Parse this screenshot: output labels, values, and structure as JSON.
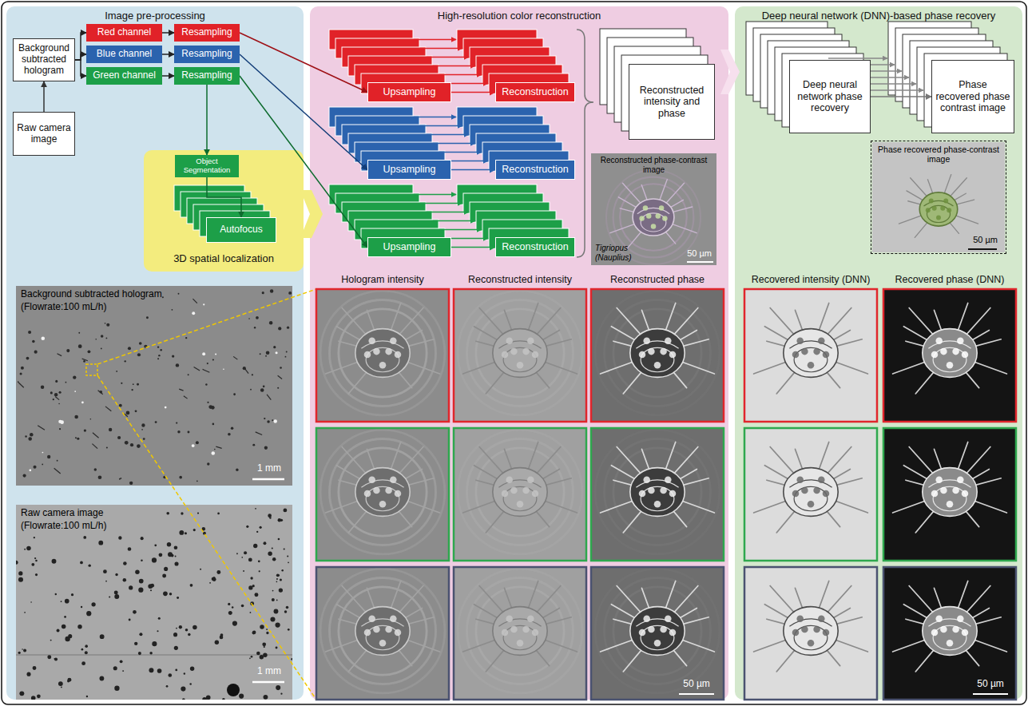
{
  "diagram": {
    "nodes": [
      {
        "text": [
          "Image pre-processing"
        ]
      },
      {
        "text": [
          "Background subtracted hologram"
        ],
        "in": 0
      },
      {
        "text": [
          "Red channel"
        ],
        "in": 0
      },
      {
        "text": [
          "Blue channel"
        ],
        "in": 0
      },
      {
        "text": [
          "Green channel"
        ],
        "in": 0
      },
      {
        "text": [
          "Resampling"
        ],
        "in": 0
      },
      {
        "text": [
          "Resampling"
        ],
        "in": 0
      },
      {
        "text": [
          "Resampling"
        ],
        "in": 0
      },
      {
        "text": [
          "Raw camera image"
        ],
        "in": 0
      },
      {
        "text": [
          "3D spatial localization"
        ],
        "in": 0
      },
      {
        "text": [
          "Object Segmentation"
        ],
        "in": 9
      },
      {
        "text": [
          "Autofocus"
        ],
        "in": 9
      },
      {
        "text": [
          "Background subtracted hologram",
          "(Flowrate:100 mL/h)",
          "1 mm"
        ],
        "in": 0
      },
      {
        "text": [
          "Raw camera image",
          "(Flowrate:100 mL/h)",
          "1 mm"
        ],
        "in": 0
      },
      {
        "text": [
          "High-resolution color reconstruction"
        ]
      },
      {
        "text": [
          "Upsampling"
        ],
        "in": 14
      },
      {
        "text": [
          "Reconstruction"
        ],
        "in": 14
      },
      {
        "text": [
          "Upsampling"
        ],
        "in": 14
      },
      {
        "text": [
          "Reconstruction"
        ],
        "in": 14
      },
      {
        "text": [
          "Upsampling"
        ],
        "in": 14
      },
      {
        "text": [
          "Reconstruction"
        ],
        "in": 14
      },
      {
        "text": [
          "Reconstructed intensity and phase"
        ],
        "in": 14
      },
      {
        "text": [
          "Reconstructed phase-contrast image",
          "Tigriopus (Nauplius)",
          "50 µm"
        ],
        "in": 14
      },
      {
        "text": [
          "Deep neural network (DNN)-based phase recovery"
        ]
      },
      {
        "text": [
          "Deep neural network phase recovery"
        ],
        "in": 23
      },
      {
        "text": [
          "Phase recovered phase contrast image"
        ],
        "in": 23
      },
      {
        "text": [
          "Phase recovered phase-contrast image",
          "50 µm"
        ],
        "in": 23
      }
    ],
    "edges": [
      {
        "from": 1,
        "to": 2,
        "arrow": "to"
      },
      {
        "from": 1,
        "to": 3,
        "arrow": "to"
      },
      {
        "from": 1,
        "to": 4,
        "arrow": "to"
      },
      {
        "from": 2,
        "to": 5,
        "arrow": "to"
      },
      {
        "from": 3,
        "to": 6,
        "arrow": "to"
      },
      {
        "from": 4,
        "to": 7,
        "arrow": "to"
      },
      {
        "from": 8,
        "to": 1,
        "arrow": "to"
      },
      {
        "from": 7,
        "to": 10,
        "arrow": "to"
      },
      {
        "from": 10,
        "to": 11,
        "arrow": "to"
      },
      {
        "from": 5,
        "to": 15,
        "arrow": "to"
      },
      {
        "from": 6,
        "to": 17,
        "arrow": "to"
      },
      {
        "from": 7,
        "to": 19,
        "arrow": "to"
      },
      {
        "from": 15,
        "to": 16,
        "arrow": "to"
      },
      {
        "from": 17,
        "to": 18,
        "arrow": "to"
      },
      {
        "from": 19,
        "to": 20,
        "arrow": "to"
      },
      {
        "from": 24,
        "to": 25,
        "arrow": "to"
      }
    ],
    "labels": [
      "Hologram intensity",
      "Reconstructed intensity",
      "Reconstructed phase",
      "50 µm",
      "Recovered intensity (DNN)",
      "Recovered phase (DNN)",
      "50 µm"
    ]
  }
}
